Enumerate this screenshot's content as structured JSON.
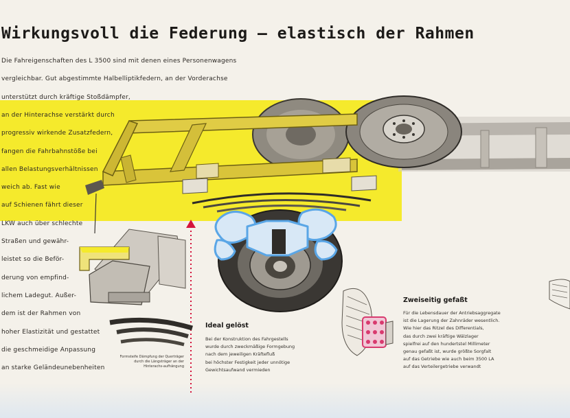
{
  "colors": {
    "yellow_band": "#f5ea2c",
    "frame_yellow": "#d9c43a",
    "arrow_red": "#d4143c",
    "leaf_blue": "#5aa6e6",
    "gear_pink": "#d83a6e"
  },
  "headline": "Wirkungsvoll die Federung – elastisch der Rahmen",
  "main_lines": [
    "Die Fahreigenschaften des L 3500 sind mit denen eines Personenwagens",
    "vergleichbar. Gut abgestimmte Halbelliptikfedern, an der Vorderachse",
    "unterstützt durch kräftige Stoßdämpfer,",
    "an der Hinterachse verstärkt durch",
    "progressiv wirkende Zusatzfedern,",
    "fangen die Fahrbahnstöße bei",
    "allen Belastungsverhältnissen",
    "weich ab. Fast wie",
    "auf Schienen fährt dieser",
    "LKW auch über schlechte",
    "Straßen und gewähr-",
    "leistet so die Beför-",
    "derung von empfind-",
    "lichem Ladegut. Außer-",
    "dem ist der Rahmen von",
    "hoher Elastizität und gestattet",
    "die geschmeidige Anpassung",
    "an starke Geländeunebenheiten"
  ],
  "caption": "Formsteife Dämpfung der Querträger durch die Längsträger an der Hinterachs-aufhängung",
  "sections": {
    "ideal": {
      "title": "Ideal gelöst",
      "lines": [
        "Bei der Konstruktion des Fahrgestells",
        "wurde durch zweckmäßige Formgebung",
        "nach dem jeweiligen Kräftefluß",
        "bei höchster Festigkeit jeder unnötige",
        "Gewichtsaufwand vermieden"
      ]
    },
    "zweiseitig": {
      "title": "Zweiseitig gefaßt",
      "lines": [
        "Für die Lebensdauer der Antriebsaggregate",
        "ist die Lagerung der Zahnräder wesentlich.",
        "Wie hier das Ritzel des Differentials,",
        "das durch zwei kräftige Wälzlager",
        "spielfrei auf den hundertstel Millimeter",
        "genau gefaßt ist, wurde größte Sorgfalt",
        "auf das Getriebe wie auch beim 3500 LA",
        "auf das Verteilergetriebe verwandt"
      ]
    }
  },
  "illustrations": {
    "chassis": "chassis-frame-illustration",
    "spring_detail": "rear-spring-mount-detail",
    "gear_detail": "differential-pinion-bearing-detail",
    "arrow": "red-dotted-arrow-icon"
  }
}
